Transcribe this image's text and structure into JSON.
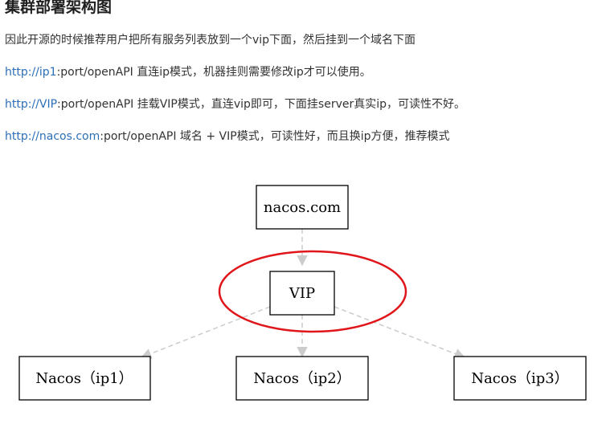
{
  "heading": "集群部署架构图",
  "intro": "因此开源的时候推荐用户把所有服务列表放到一个vip下面，然后挂到一个域名下面",
  "lines": [
    {
      "link": "http://ip1",
      "rest": ":port/openAPI 直连ip模式，机器挂则需要修改ip才可以使用。"
    },
    {
      "link": "http://VIP",
      "rest": ":port/openAPI 挂载VIP模式，直连vip即可，下面挂server真实ip，可读性不好。"
    },
    {
      "link": "http://nacos.com",
      "rest": ":port/openAPI 域名 + VIP模式，可读性好，而且换ip方便，推荐模式"
    }
  ],
  "diagram": {
    "top_node": "nacos.com",
    "vip_node": "VIP",
    "servers": [
      "Nacos（ip1）",
      "Nacos（ip2）",
      "Nacos（ip3）"
    ],
    "colors": {
      "edge": "#cccccc",
      "highlight": "#e0161b",
      "box_stroke": "#000000"
    }
  }
}
